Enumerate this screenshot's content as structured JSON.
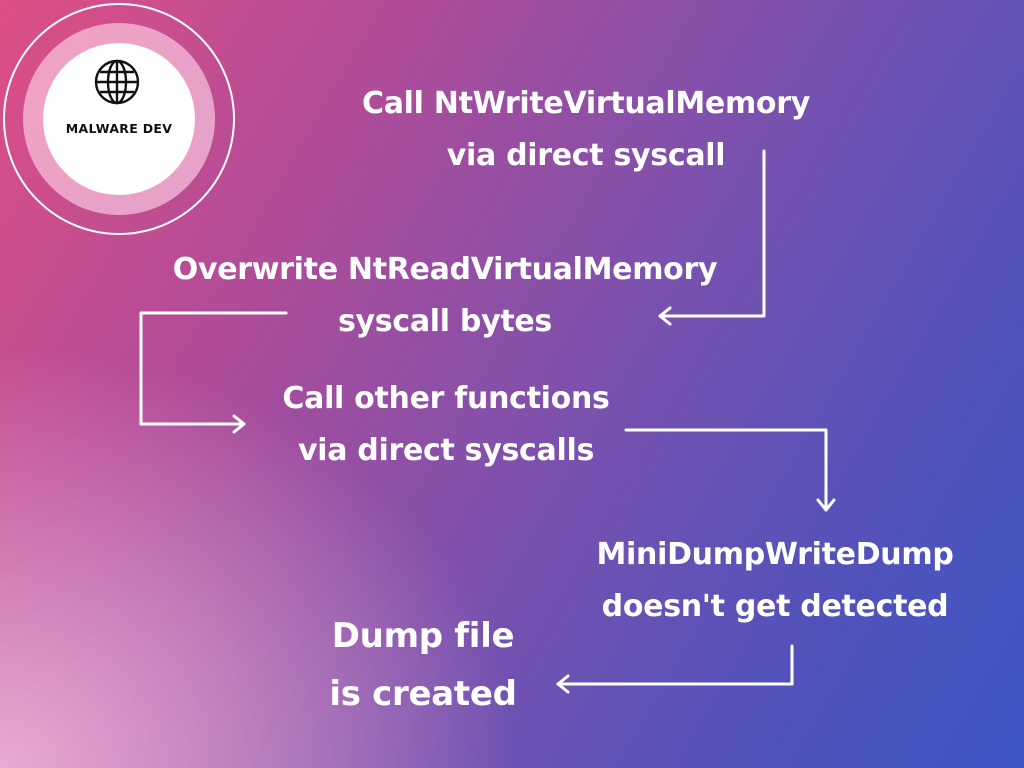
{
  "logo": {
    "icon": "globe-icon",
    "text": "MALWARE DEV"
  },
  "steps": [
    {
      "line1": "Call NtWriteVirtualMemory",
      "line2": "via direct syscall"
    },
    {
      "line1": "Overwrite NtReadVirtualMemory",
      "line2": "syscall bytes"
    },
    {
      "line1": "Call other functions",
      "line2": "via direct syscalls"
    },
    {
      "line1": "MiniDumpWriteDump",
      "line2": "doesn't get detected"
    },
    {
      "line1": "Dump file",
      "line2": "is created"
    }
  ],
  "colors": {
    "text": "#ffffff",
    "gradient_start": "#dd4f86",
    "gradient_end": "#3c55c4"
  }
}
